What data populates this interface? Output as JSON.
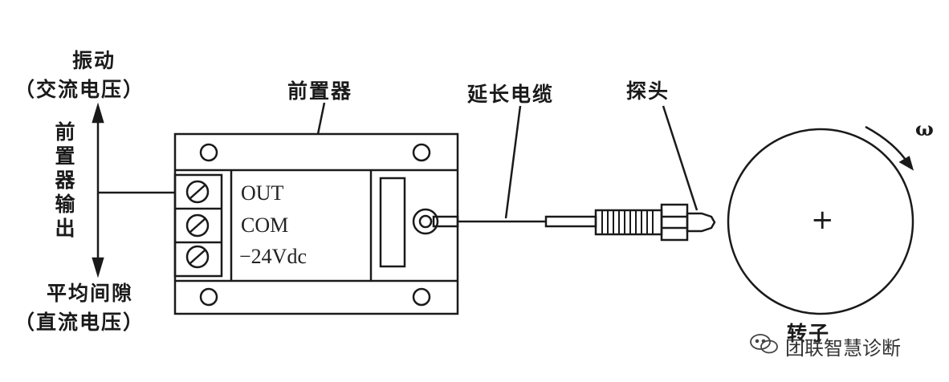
{
  "labels": {
    "vibration": "振动",
    "vibration_sub": "（交流电压）",
    "output_vertical": "前置器输出",
    "gap": "平均间隙",
    "gap_sub": "（直流电压）",
    "preamp": "前置器",
    "cable": "延长电缆",
    "probe": "探头",
    "rotor": "转子",
    "omega": "ω",
    "plus": "+"
  },
  "terminals": [
    "OUT",
    "COM",
    "−24Vdc"
  ],
  "watermark": "团联智慧诊断",
  "colors": {
    "ink": "#1a1a1a",
    "paper": "#ffffff"
  }
}
